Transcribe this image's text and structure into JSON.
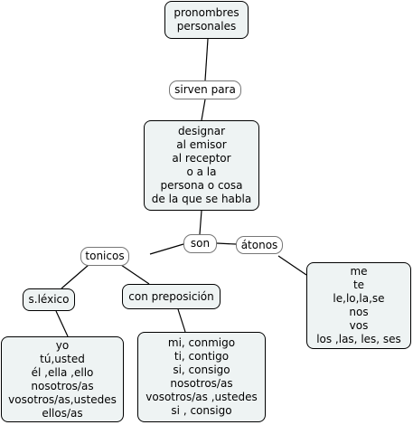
{
  "map": {
    "colors": {
      "concept_fill": "#eef3f3",
      "border": "#000000",
      "link_line": "#000000"
    },
    "nodes": {
      "pronombres": "pronombres\npersonales",
      "sirven_para": "sirven para",
      "designar": "designar\nal emisor\nal receptor\no a la\npersona o cosa\nde la que se habla",
      "son": "son",
      "tonicos": "tonicos",
      "atonos": "átonos",
      "s_lexico": "s.léxico",
      "con_preposicion": "con preposición",
      "tonicos_list": "yo\ntú,usted\nél ,ella ,ello\nnosotros/as\nvosotros/as,ustedes\nellos/as",
      "preposicion_list": "mi, conmigo\nti, contigo\nsi, consigo\nnosotros/as\nvosotros/as ,ustedes\nsi , consigo",
      "atonos_list": "me\nte\nle,lo,la,se\nnos\nvos\nlos ,las, les, ses"
    }
  }
}
